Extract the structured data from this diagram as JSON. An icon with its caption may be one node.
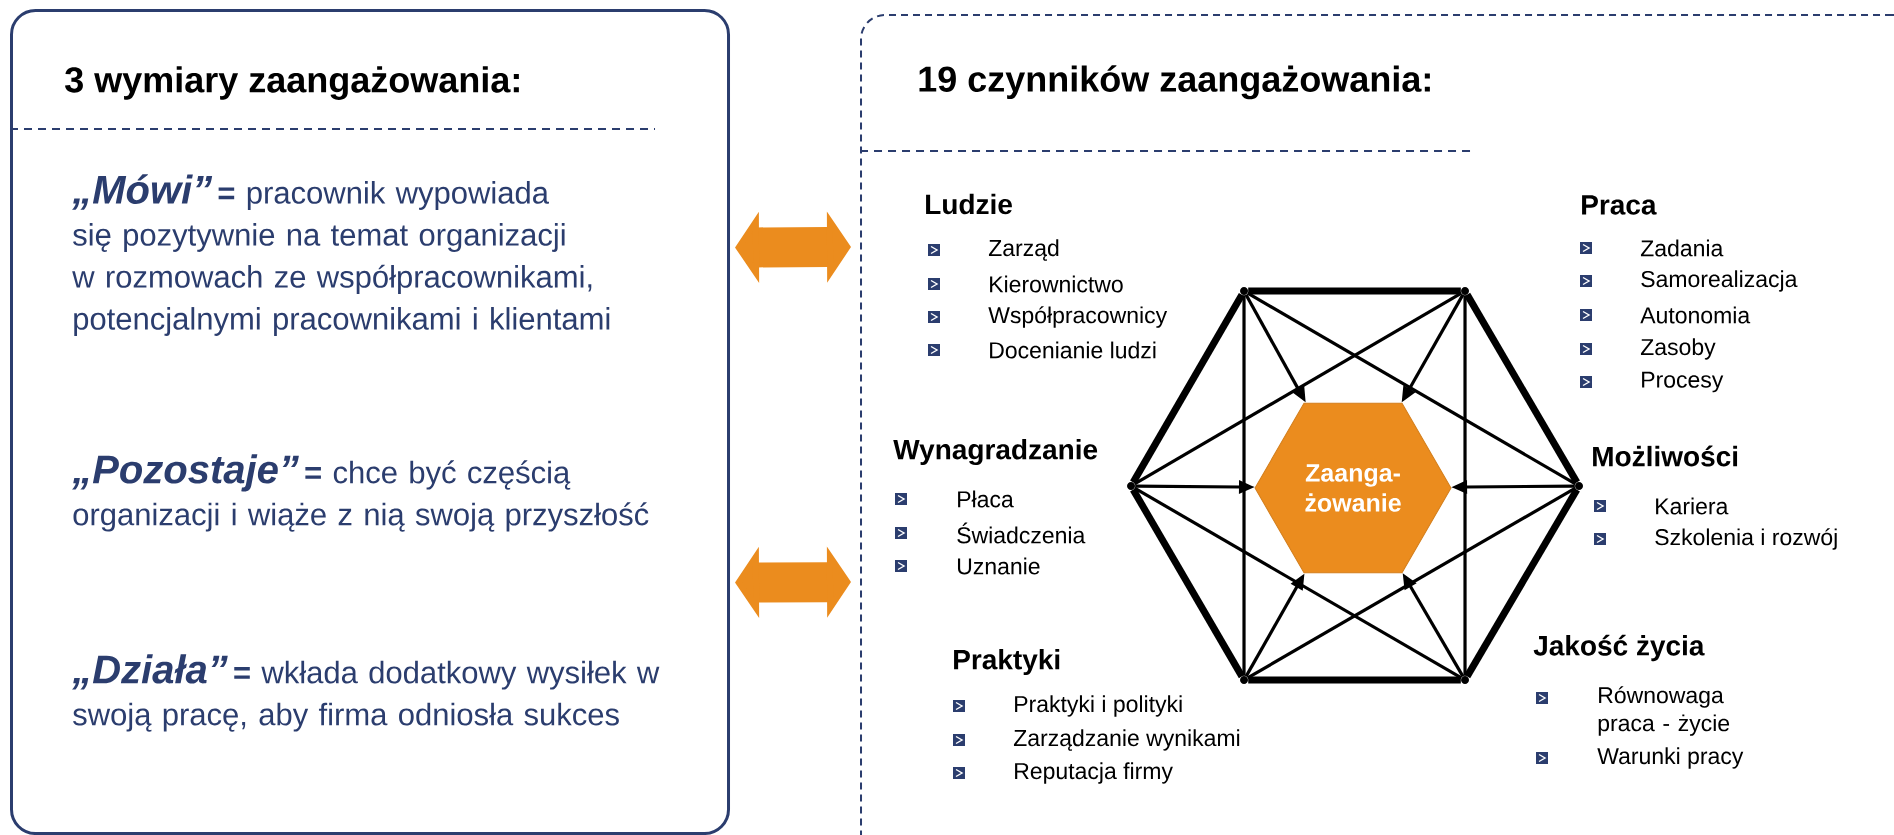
{
  "diagram": {
    "nodes": [
      {
        "text": [
          "3 wymiary zaangażowania:",
          "„Mówi”",
          "**=** pracownik wypowiada się pozytywnie na temat organizacji w rozmowach ze współpracownikami, potencjalnymi pracownikami i klientami",
          "„Pozostaje”",
          "**=** chce być częścią organizacji i wiąże z nią swoją przyszłość",
          "„Działa”",
          "**=** wkłada dodatkowy wysiłek w swoją pracę, aby firma odniosła sukces"
        ]
      },
      {
        "text": [
          "19 czynników zaangażowania:"
        ]
      },
      {
        "text": [
          "Ludzie",
          "Zarząd",
          "Kierownictwo",
          "Współpracownicy",
          "Docenianie ludzi"
        ],
        "in": 1
      },
      {
        "text": [
          "Praca",
          "Zadania",
          "Samorealizacja",
          "Autonomia",
          "Zasoby",
          "Procesy"
        ],
        "in": 1
      },
      {
        "text": [
          "Wynagradzanie",
          "Płaca",
          "Świadczenia",
          "Uznanie"
        ],
        "in": 1
      },
      {
        "text": [
          "Możliwości",
          "Kariera",
          "Szkolenia i rozwój"
        ],
        "in": 1
      },
      {
        "text": [
          "Praktyki",
          "Praktyki i polityki",
          "Zarządzanie wynikami",
          "Reputacja firmy"
        ],
        "in": 1
      },
      {
        "text": [
          "Jakość życia",
          "Równowaga praca - życie",
          "Warunki pracy"
        ],
        "in": 1
      },
      {
        "text": [
          "Zaanga- żowanie"
        ],
        "in": 1
      },
      {
        "text": [],
        "shape": "point",
        "in": 1
      },
      {
        "text": [],
        "shape": "point",
        "in": 1
      },
      {
        "text": [],
        "shape": "point",
        "in": 1
      },
      {
        "text": [],
        "shape": "point",
        "in": 1
      },
      {
        "text": [],
        "shape": "point",
        "in": 1
      },
      {
        "text": [],
        "shape": "point",
        "in": 1
      }
    ],
    "edges": [
      {
        "from": 0,
        "to": 1,
        "arrow": "both",
        "style": "thick",
        "color": "#eb8c1e"
      },
      {
        "from": 0,
        "to": 1,
        "arrow": "both",
        "style": "thick",
        "color": "#eb8c1e"
      },
      {
        "from": 9,
        "to": 10,
        "arrow": "none",
        "style": "thick"
      },
      {
        "from": 10,
        "to": 12,
        "arrow": "none",
        "style": "thick"
      },
      {
        "from": 12,
        "to": 14,
        "arrow": "none",
        "style": "thick"
      },
      {
        "from": 14,
        "to": 13,
        "arrow": "none",
        "style": "thick"
      },
      {
        "from": 13,
        "to": 11,
        "arrow": "none",
        "style": "thick"
      },
      {
        "from": 11,
        "to": 9,
        "arrow": "none",
        "style": "thick"
      },
      {
        "from": 9,
        "to": 13,
        "arrow": "none"
      },
      {
        "from": 10,
        "to": 14,
        "arrow": "none"
      },
      {
        "from": 9,
        "to": 12,
        "arrow": "none"
      },
      {
        "from": 12,
        "to": 13,
        "arrow": "none"
      },
      {
        "from": 10,
        "to": 11,
        "arrow": "none"
      },
      {
        "from": 11,
        "to": 14,
        "arrow": "none"
      },
      {
        "from": 9,
        "to": 8,
        "arrow": "to"
      },
      {
        "from": 10,
        "to": 8,
        "arrow": "to"
      },
      {
        "from": 11,
        "to": 8,
        "arrow": "to"
      },
      {
        "from": 12,
        "to": 8,
        "arrow": "to"
      },
      {
        "from": 13,
        "to": 8,
        "arrow": "to"
      },
      {
        "from": 14,
        "to": 8,
        "arrow": "to"
      }
    ]
  }
}
